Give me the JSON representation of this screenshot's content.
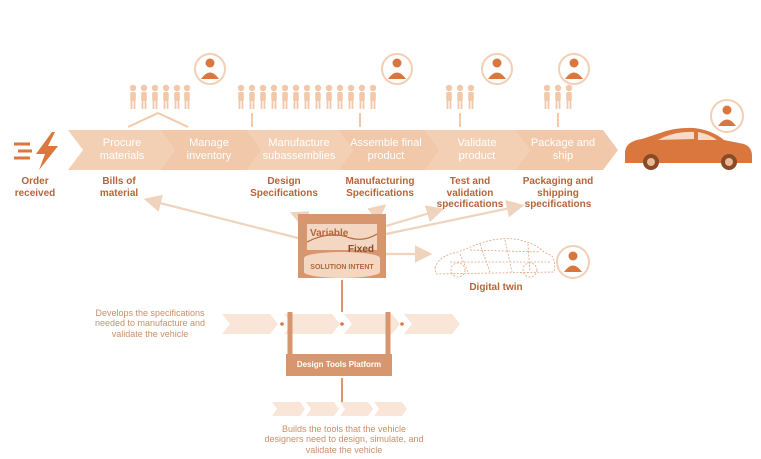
{
  "colors": {
    "chevron": "#f3cfb4",
    "arrow": "#f0d3bd",
    "accent": "#d9773f",
    "dark_text": "#b5653a",
    "box": "#d7966d"
  },
  "start": {
    "label": "Order received",
    "icon": "lightning-bolt-icon"
  },
  "stages": [
    {
      "label": "Procure materials"
    },
    {
      "label": "Manage inventory"
    },
    {
      "label": "Manufacture subassemblies"
    },
    {
      "label": "Assemble final product"
    },
    {
      "label": "Validate product"
    },
    {
      "label": "Package and ship"
    }
  ],
  "specs": [
    "Bills of material",
    "Design Specifications",
    "Manufacturing Specifications",
    "Test and validation specifications",
    "Packaging and shipping specifications"
  ],
  "solution_intent": {
    "variable": "Variable",
    "fixed": "Fixed",
    "title": "SOLUTION INTENT"
  },
  "digital_twin": "Digital twin",
  "platform": {
    "label": "Design Tools Platform"
  },
  "notes": {
    "develops": "Develops the specifications needed to manufacture and validate the vehicle",
    "builds": "Builds the tools that the vehicle designers need to design, simulate, and validate the vehicle"
  },
  "icons": [
    "people-group-icon",
    "person-icon",
    "car-icon",
    "wireframe-car-icon"
  ]
}
